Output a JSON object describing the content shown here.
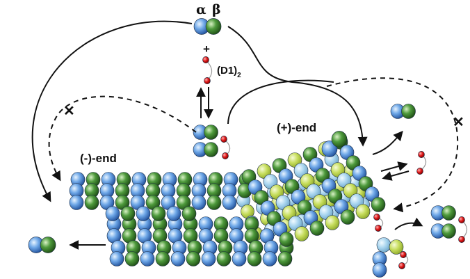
{
  "labels": {
    "alpha": "α",
    "beta": "β",
    "plus": "+",
    "d1": "(D1)",
    "d1_sub": "2",
    "minus_end": "(-)-end",
    "plus_end": "(+)-end"
  },
  "colors": {
    "alpha_tubulin": "#6fa8e8",
    "beta_tubulin": "#4e9a3c",
    "inner_alpha": "#a9d5ef",
    "inner_beta": "#c6dd5c",
    "darpin": "#e01818",
    "arrow": "#111111"
  },
  "blocked_marker": "✕"
}
